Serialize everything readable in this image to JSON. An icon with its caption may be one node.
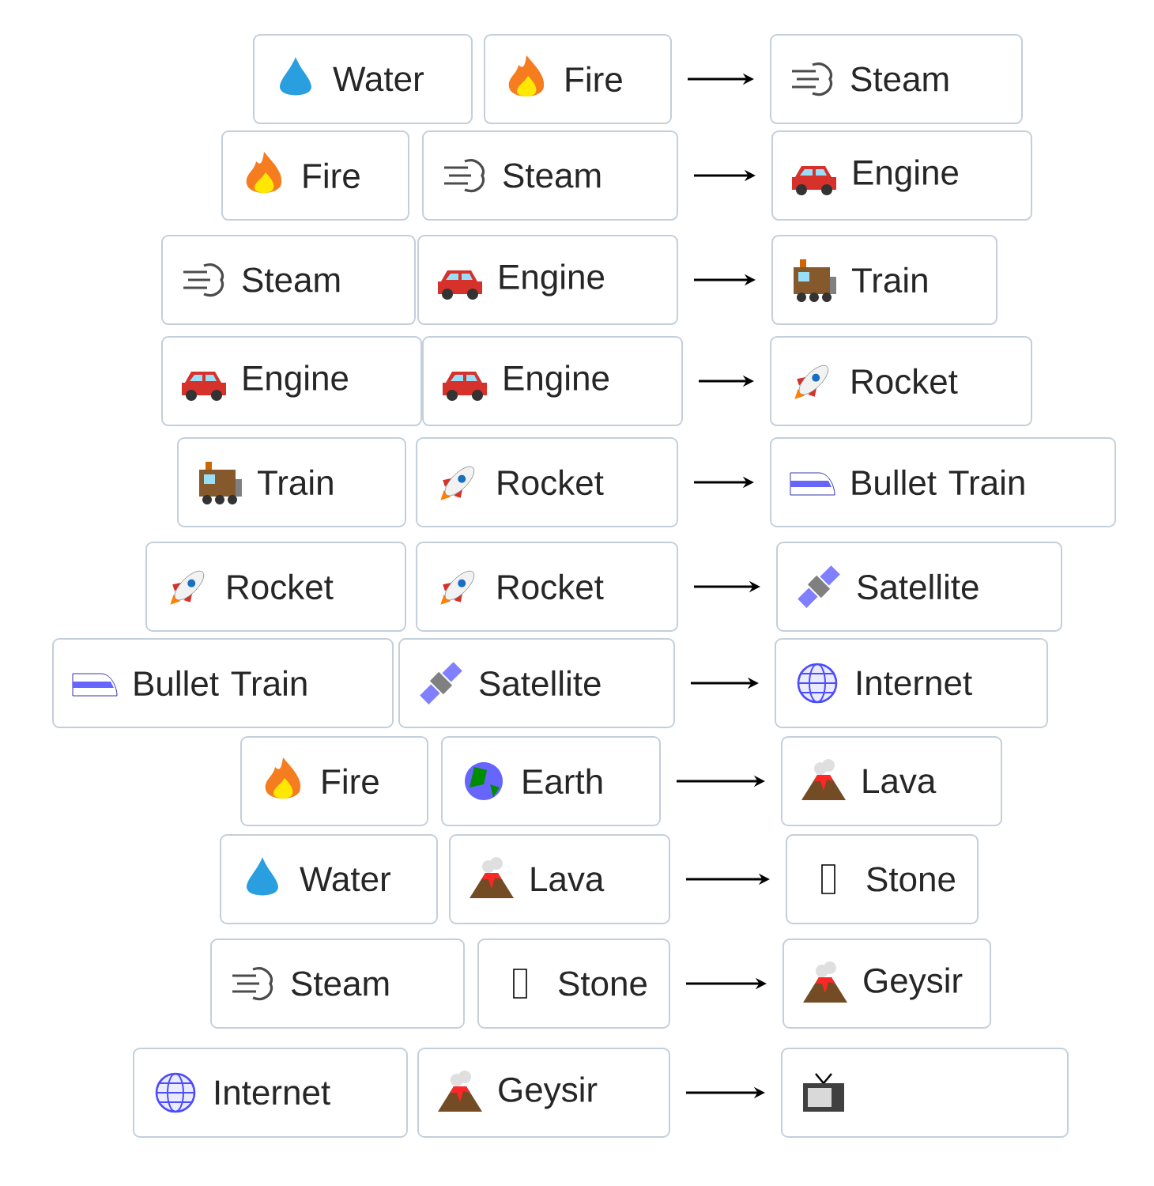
{
  "diagram": {
    "nodes": [
      {
        "text": [
          "Water"
        ]
      },
      {
        "text": [
          "Fire"
        ]
      },
      {
        "text": [
          "Steam"
        ]
      },
      {
        "text": [
          "Fire"
        ]
      },
      {
        "text": [
          "Steam"
        ]
      },
      {
        "text": [
          "Engine"
        ]
      },
      {
        "text": [
          "Steam"
        ]
      },
      {
        "text": [
          "Engine"
        ]
      },
      {
        "text": [
          "Train"
        ]
      },
      {
        "text": [
          "Engine"
        ]
      },
      {
        "text": [
          "Engine"
        ]
      },
      {
        "text": [
          "Rocket"
        ]
      },
      {
        "text": [
          "Train"
        ]
      },
      {
        "text": [
          "Rocket"
        ]
      },
      {
        "text": [
          "Bullet Train"
        ]
      },
      {
        "text": [
          "Rocket"
        ]
      },
      {
        "text": [
          "Rocket"
        ]
      },
      {
        "text": [
          "Satellite"
        ]
      },
      {
        "text": [
          "Bullet Train"
        ]
      },
      {
        "text": [
          "Satellite"
        ]
      },
      {
        "text": [
          "Internet"
        ]
      },
      {
        "text": [
          "Fire"
        ]
      },
      {
        "text": [
          "Earth"
        ]
      },
      {
        "text": [
          "Lava"
        ]
      },
      {
        "text": [
          "Water"
        ]
      },
      {
        "text": [
          "Lava"
        ]
      },
      {
        "text": [
          "Stone"
        ]
      },
      {
        "text": [
          "Steam"
        ]
      },
      {
        "text": [
          "Stone"
        ]
      },
      {
        "text": [
          "Geysir"
        ]
      },
      {
        "text": [
          "Internet"
        ]
      },
      {
        "text": [
          "Geysir"
        ]
      },
      {
        "text": [],
        "shape": "box"
      }
    ],
    "edges": [
      {
        "from": 1,
        "to": 2,
        "arrow": "to"
      },
      {
        "from": 4,
        "to": 5,
        "arrow": "to"
      },
      {
        "from": 7,
        "to": 8,
        "arrow": "to"
      },
      {
        "from": 10,
        "to": 11,
        "arrow": "to"
      },
      {
        "from": 13,
        "to": 14,
        "arrow": "to"
      },
      {
        "from": 16,
        "to": 17,
        "arrow": "to"
      },
      {
        "from": 19,
        "to": 20,
        "arrow": "to"
      },
      {
        "from": 22,
        "to": 23,
        "arrow": "to"
      },
      {
        "from": 25,
        "to": 26,
        "arrow": "to"
      },
      {
        "from": 28,
        "to": 29,
        "arrow": "to"
      },
      {
        "from": 31,
        "to": 32,
        "arrow": "to"
      }
    ]
  }
}
